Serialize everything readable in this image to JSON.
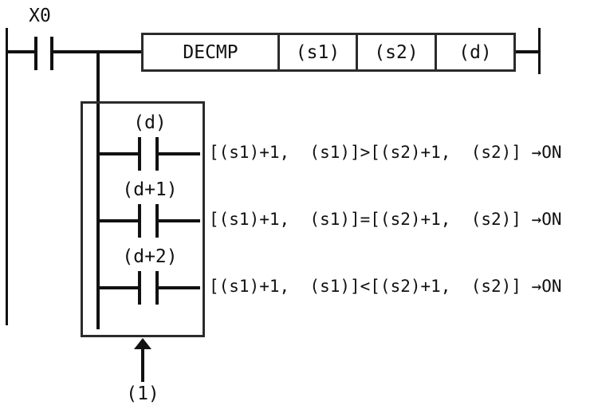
{
  "colors": {
    "line": "#111111",
    "border": "#2b2b2b",
    "text": "#111111",
    "background": "#ffffff"
  },
  "ladder": {
    "input_contact": {
      "label": "X0"
    },
    "instruction": {
      "name": "DECMP",
      "operands": [
        "(s1)",
        "(s2)",
        "(d)"
      ]
    },
    "result_box": {
      "contacts": [
        {
          "label": "(d)",
          "condition": "[(s1)+1,  (s1)]>[(s2)+1,  (s2)] →ON"
        },
        {
          "label": "(d+1)",
          "condition": "[(s1)+1,  (s1)]=[(s2)+1,  (s2)] →ON"
        },
        {
          "label": "(d+2)",
          "condition": "[(s1)+1,  (s1)]<[(s2)+1,  (s2)] →ON"
        }
      ]
    },
    "callout": {
      "label": "(1)"
    }
  }
}
